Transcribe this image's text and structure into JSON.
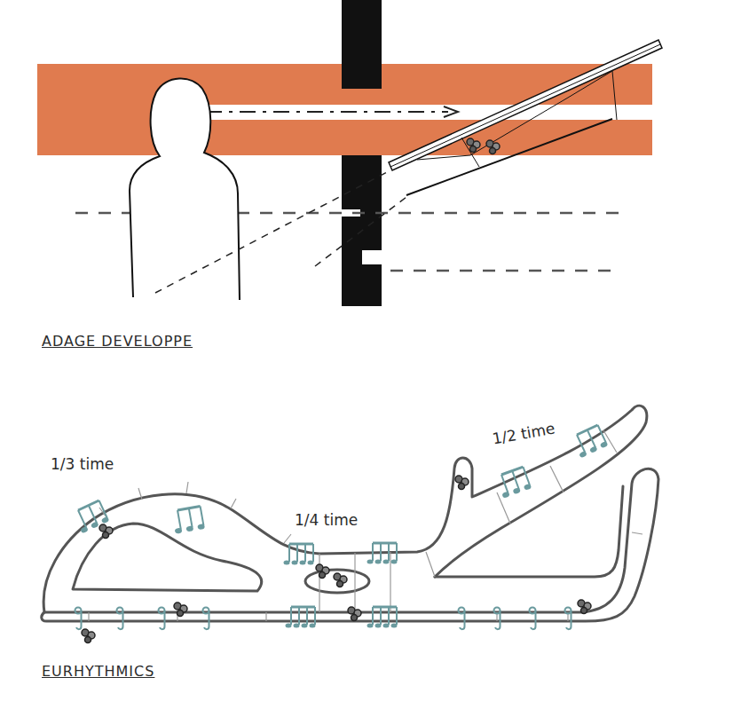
{
  "diagram": {
    "labels": [
      "ADAGE DEVELOPPE",
      "1/3 time",
      "1/4 time",
      "1/2 time",
      "EURHYTHMICS"
    ]
  }
}
